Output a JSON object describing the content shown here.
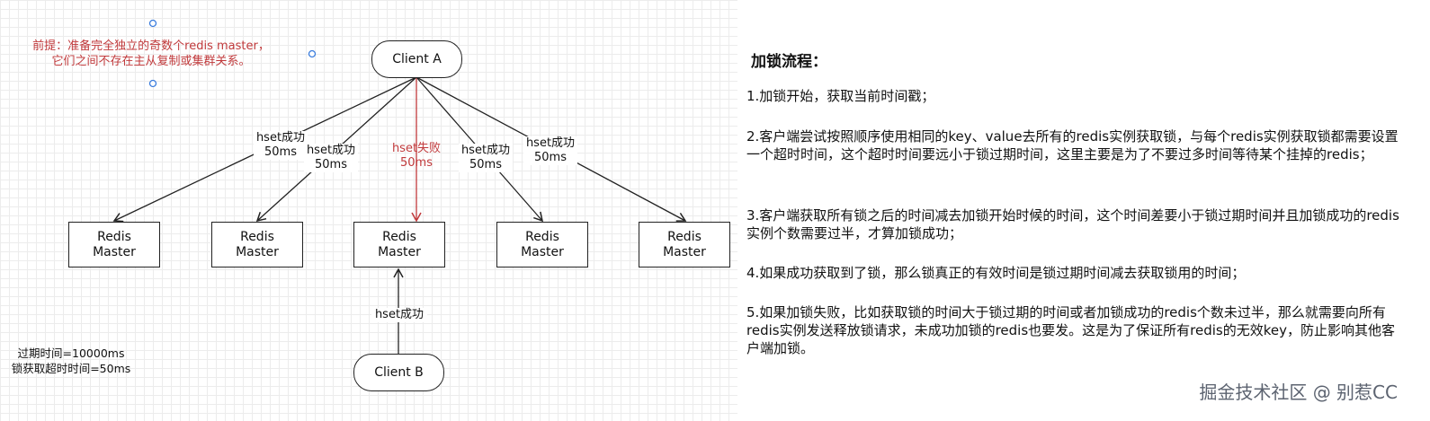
{
  "premise": {
    "line1": "前提：准备完全独立的奇数个redis master，",
    "line2": "它们之间不存在主从复制或集群关系。"
  },
  "nodes": {
    "client_a": "Client A",
    "client_b": "Client B",
    "masters": [
      {
        "line1": "Redis",
        "line2": "Master"
      },
      {
        "line1": "Redis",
        "line2": "Master"
      },
      {
        "line1": "Redis",
        "line2": "Master"
      },
      {
        "line1": "Redis",
        "line2": "Master"
      },
      {
        "line1": "Redis",
        "line2": "Master"
      }
    ]
  },
  "edges": [
    {
      "line1": "hset成功",
      "line2": "50ms",
      "status": "success"
    },
    {
      "line1": "hset成功",
      "line2": "50ms",
      "status": "success"
    },
    {
      "line1": "hset失败",
      "line2": "50ms",
      "status": "fail"
    },
    {
      "line1": "hset成功",
      "line2": "50ms",
      "status": "success"
    },
    {
      "line1": "hset成功",
      "line2": "50ms",
      "status": "success"
    }
  ],
  "client_b_edge": "hset成功",
  "settings": {
    "expire": "过期时间=10000ms",
    "timeout": "锁获取超时时间=50ms"
  },
  "flow": {
    "title": "加锁流程：",
    "steps": [
      "1.加锁开始，获取当前时间戳；",
      "2.客户端尝试按照顺序使用相同的key、value去所有的redis实例获取锁，与每个redis实例获取锁都需要设置一个超时时间，这个超时时间要远小于锁过期时间，这里主要是为了不要过多时间等待某个挂掉的redis；",
      "3.客户端获取所有锁之后的时间减去加锁开始时候的时间，这个时间差要小于锁过期时间并且加锁成功的redis实例个数需要过半，才算加锁成功；",
      "4.如果成功获取到了锁，那么锁真正的有效时间是锁过期时间减去获取锁用的时间；",
      "5.如果加锁失败，比如获取锁的时间大于锁过期的时间或者加锁成功的redis个数未过半，那么就需要向所有redis实例发送释放锁请求，未成功加锁的redis也要发。这是为了保证所有redis的无效key，防止影响其他客户端加锁。"
    ]
  },
  "watermark": "掘金技术社区 @ 别惹CC",
  "colors": {
    "fail": "#c0393b",
    "line": "#222222",
    "handle": "#3b7ddd"
  }
}
